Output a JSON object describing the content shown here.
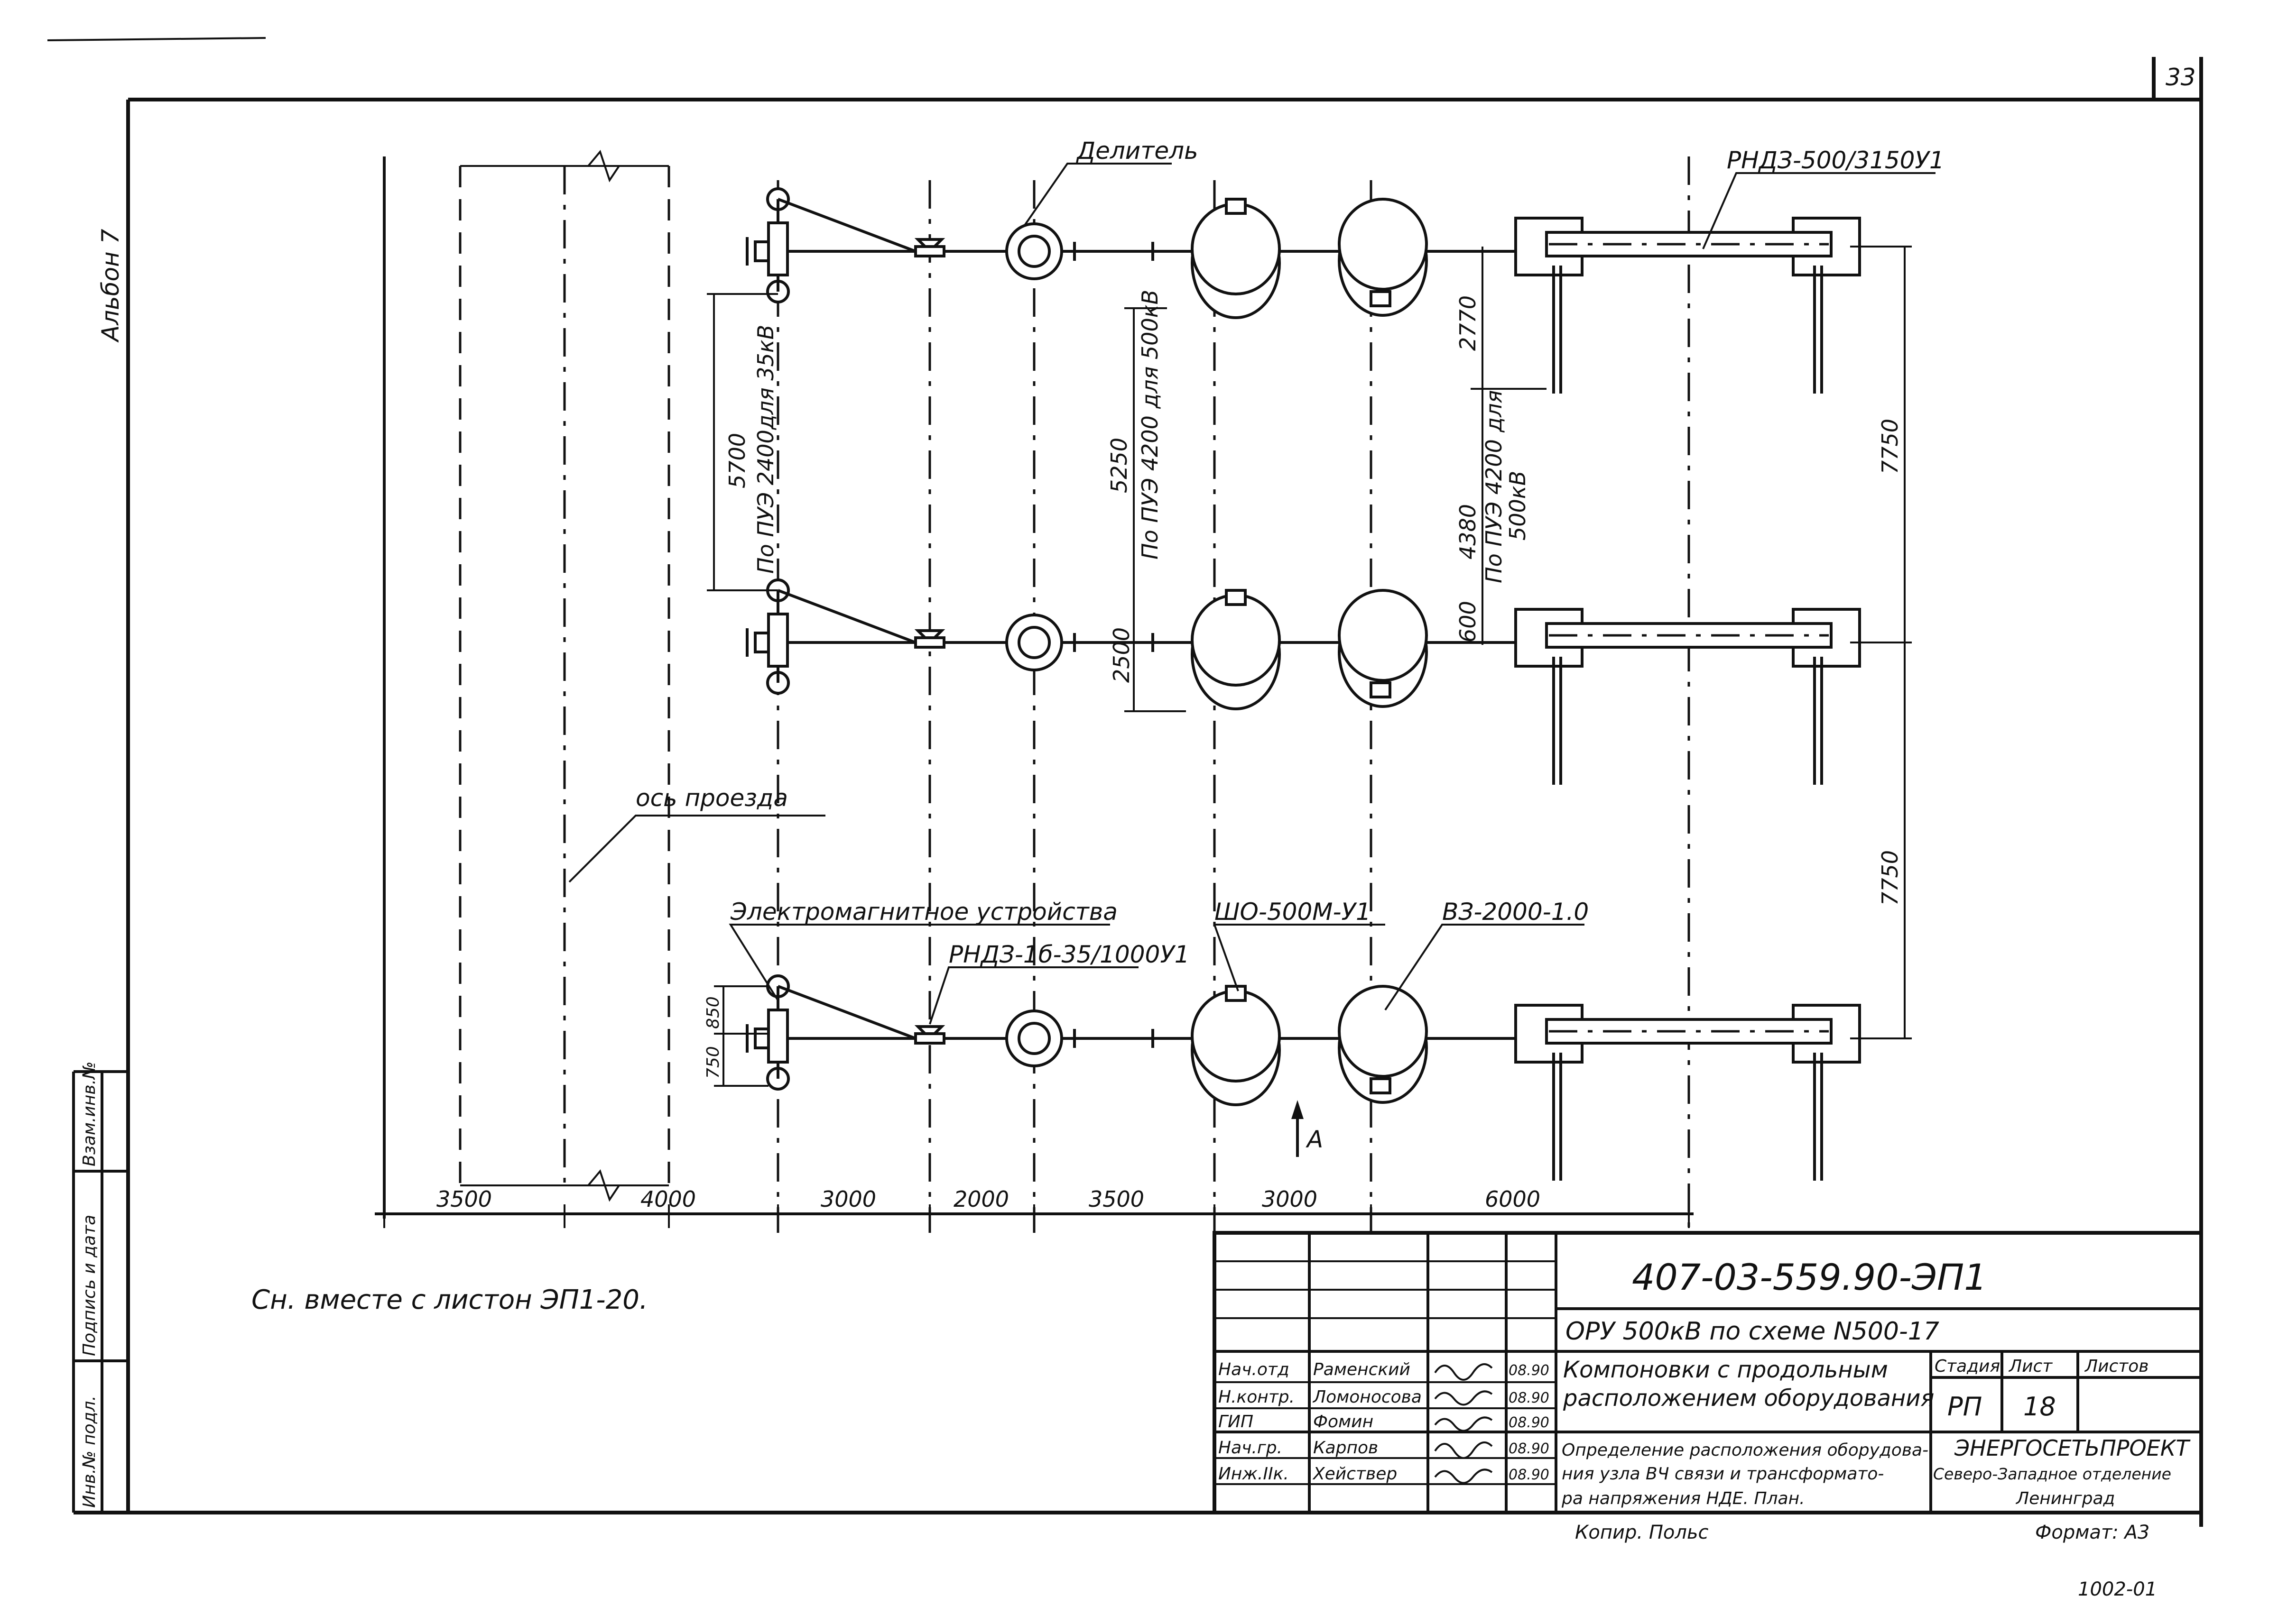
{
  "page_number": "33",
  "album_label": "Альбон 7",
  "labels": {
    "divider": "Делитель",
    "rndz_500": "РНДЗ-500/3150У1",
    "road_axis": "ось проезда",
    "em_device": "Электромагнитное устройства",
    "rndz_1b": "РНДЗ-1б-35/1000У1",
    "sho": "ШО-500М-У1",
    "vz": "ВЗ-2000-1.0",
    "view_a": "А"
  },
  "dims": {
    "d5700": "5700",
    "d5700_note": "По ПУЭ 2400для 35кВ",
    "d5250": "5250",
    "d5250_note": "По ПУЭ 4200 для 500кВ",
    "d2770": "2770",
    "d4380": "4380",
    "d4380_note_1": "По ПУЭ 4200 для",
    "d4380_note_2": "500кВ",
    "d600": "600",
    "d2500": "2500",
    "d7750_top": "7750",
    "d7750_bottom": "7750",
    "d850": "850",
    "d750": "750",
    "bottom": [
      "3500",
      "4000",
      "3000",
      "2000",
      "3500",
      "3000",
      "6000"
    ]
  },
  "note": "Сн. вместе с листон ЭП1-20.",
  "side_stamp": [
    "Инв.№ подл.",
    "Подпись и дата",
    "Взам.инв.№"
  ],
  "title_block": {
    "code": "407-03-559.90-ЭП1",
    "project": "ОРУ 500кВ по схеме N500-17",
    "sheet_title_1": "Компоновки с продольным",
    "sheet_title_2": "расположением оборудования",
    "stage_header": "Стадия",
    "sheet_header": "Лист",
    "sheets_header": "Листов",
    "stage": "РП",
    "sheet": "18",
    "desc_1": "Определение расположения оборудова-",
    "desc_2": "ния узла ВЧ связи и трансформато-",
    "desc_3": "ра напряжения НДЕ. План.",
    "org_1": "ЭНЕРГОСЕТЬПРОЕКТ",
    "org_2": "Северо-Западное отделение",
    "org_3": "Ленинград",
    "copied": "Копир. Польс",
    "format": "Формат: А3",
    "stamp_no": "1002-01",
    "people": [
      {
        "role": "Нач.отд",
        "name": "Раменский",
        "date": "08.90"
      },
      {
        "role": "Н.контр.",
        "name": "Ломоносова",
        "date": "08.90"
      },
      {
        "role": "ГИП",
        "name": "Фомин",
        "date": "08.90"
      },
      {
        "role": "Нач.гр.",
        "name": "Карпов",
        "date": "08.90"
      },
      {
        "role": "Инж.IIк.",
        "name": "Хействер",
        "date": "08.90"
      }
    ]
  }
}
